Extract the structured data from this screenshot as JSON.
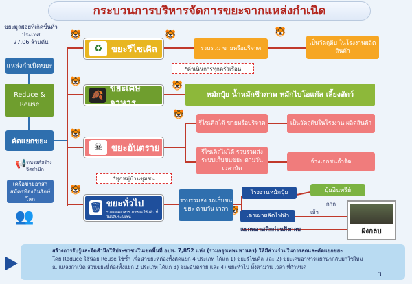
{
  "title": "กระบวนการบริหารจัดการขยะจากแหล่งกำเนิด",
  "stat": {
    "line1": "ขยะมูลฝอยที่เกิดขึ้นทั่วประเทศ",
    "line2": "27.06 ล้านตัน"
  },
  "left": {
    "source": "แหล่งกำเนิดขยะ",
    "reduce": "Reduce & Reuse",
    "sort": "คัดแยกขยะ",
    "campaign": "รณรงค์สร้างจิตสำนึก",
    "network": "เครือข่ายอาสาสมัครท้องถิ่นรักษ์โลก"
  },
  "recycle": {
    "label": "ขยะรีไซเคิล",
    "collect": "รวบรวม ขายหรือบริจาค",
    "raw": "เป็นวัตถุดิบ ในโรงงานผลิตสินค้า",
    "note": "*ดำเนินการทุกครัวเรือน"
  },
  "food": {
    "label": "ขยะเศษอาหาร",
    "result": "หมักปุ๋ย น้ำหมักชีวภาพ หมักไบโอแก๊ส เลี้ยงสัตว์"
  },
  "hazard": {
    "label": "ขยะอันตราย",
    "recyclable": "รีไซเคิลได้ ขายหรือบริจาค",
    "recyclable_result": "เป็นวัตถุดิบในโรงงาน ผลิตสินค้า",
    "nonrecyclable": "รีไซเคิลไม่ได้ รวบรวมส่งระบบเก็บขนขยะ ตามวัน เวลานัด",
    "nonrecyclable_result": "จ้างเอกชนกำจัด",
    "note": "*ทุกหมู่บ้านชุมชน"
  },
  "general": {
    "label": "ขยะทั่วไป",
    "sub": "รวมเศษอาหาร ภาชนะใช้แล้ว ที่ไม่ได้ประโยชน์",
    "collect": "รวบรวมส่ง รถเก็บขนขยะ ตามวัน เวลา",
    "compost": "โรงงานหมักปุ๋ย",
    "organic": "ปุ๋ยอินทรีย์",
    "power": "เตาเผาผลิตไฟฟ้า",
    "ash": "เถ้า",
    "residue": "กาก",
    "landfill_text": "แยกพลาสติกก่อนฝังกลบ",
    "landfill": "ฝังกลบ"
  },
  "bottom": {
    "line1": "สร้างการรับรู้และจิตสำนึกให้ประชาชนในเขตพื้นที่ อปท. 7,852 แห่ง (รวมกรุงเทพมหานคร) ให้มีส่วนร่วมในการลดและคัดแยกขยะ",
    "line2": "โดย Reduce ใช้น้อย Reuse ใช้ซ้ำ เพื่อนำขยะที่ต้องทิ้งคัดแยก 4 ประเภท ได้แก่ 1) ขยะรีไซเคิล และ 2) ขยะเศษอาหารแยกนำกลับมาใช้ใหม่",
    "line3": "ณ แหล่งกำเนิด ส่วนขยะที่ต้องทิ้งแยก 2 ประเภท ได้แก่ 3) ขยะอันตราย และ 4) ขยะทั่วไป ทิ้งตามวัน เวลา ที่กำหนด",
    "page": "3"
  }
}
